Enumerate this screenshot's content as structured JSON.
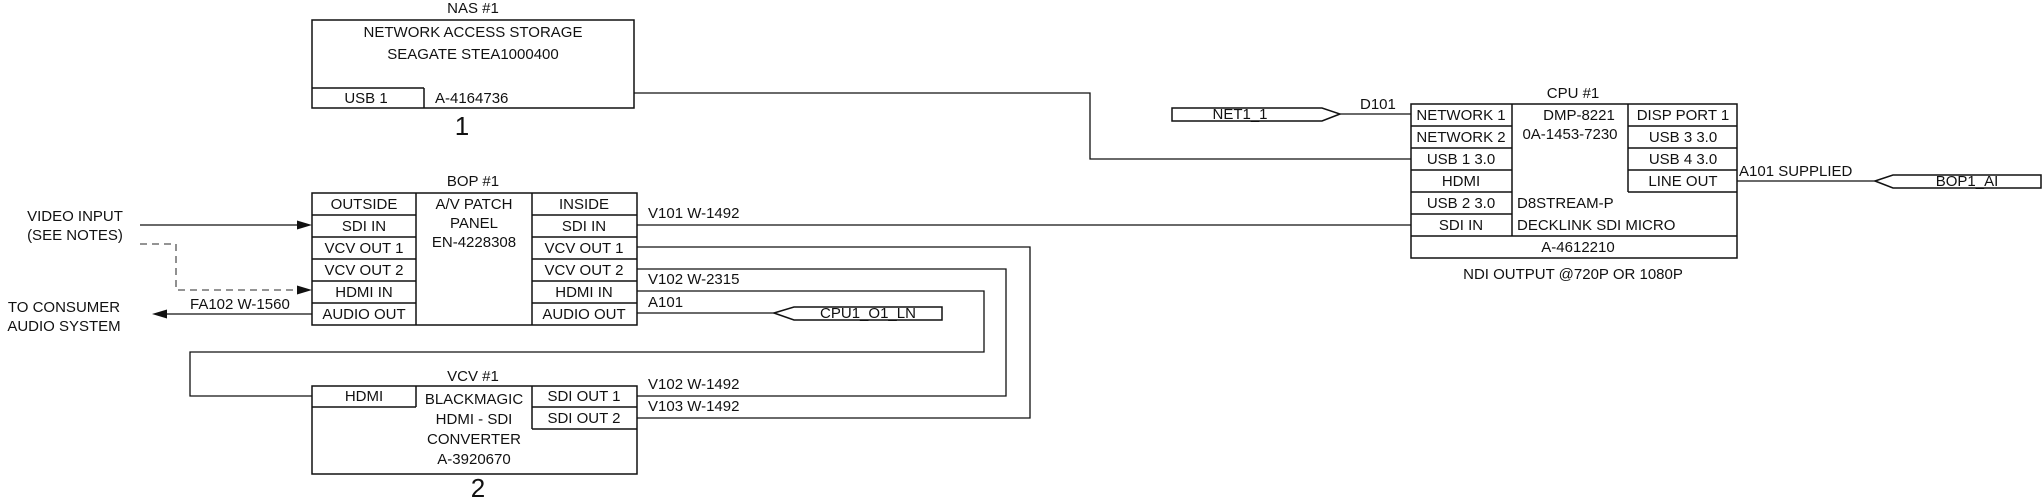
{
  "nas": {
    "title": "NAS #1",
    "line1": "NETWORK ACCESS STORAGE",
    "line2": "SEAGATE STEA1000400",
    "usb": "USB 1",
    "asset": "A-4164736",
    "number": "1"
  },
  "bop": {
    "title": "BOP #1",
    "outside": [
      "OUTSIDE",
      "SDI IN",
      "VCV OUT 1",
      "VCV OUT 2",
      "HDMI IN",
      "AUDIO OUT"
    ],
    "center": [
      "A/V PATCH",
      "PANEL",
      "EN-4228308"
    ],
    "inside": [
      "INSIDE",
      "SDI IN",
      "VCV OUT 1",
      "VCV OUT 2",
      "HDMI IN",
      "AUDIO OUT"
    ]
  },
  "vcv": {
    "title": "VCV #1",
    "hdmi": "HDMI",
    "center": [
      "BLACKMAGIC",
      "HDMI - SDI",
      "CONVERTER",
      "A-3920670"
    ],
    "sdi_out1": "SDI OUT 1",
    "sdi_out2": "SDI OUT 2",
    "number": "2"
  },
  "cpu": {
    "title": "CPU #1",
    "left": [
      "NETWORK 1",
      "NETWORK 2",
      "USB 1 3.0",
      "HDMI",
      "USB 2 3.0",
      "SDI IN"
    ],
    "model": "DMP-8221",
    "serial": "0A-1453-7230",
    "right": [
      "DISP PORT 1",
      "USB 3 3.0",
      "USB 4 3.0",
      "LINE OUT"
    ],
    "d8stream": "D8STREAM-P",
    "decklink": "DECKLINK SDI MICRO",
    "asset": "A-4612210",
    "footer": "NDI OUTPUT @720P OR 1080P"
  },
  "labels": {
    "video_input_1": "VIDEO INPUT",
    "video_input_2": "(SEE NOTES)",
    "consumer_1": "TO CONSUMER",
    "consumer_2": "AUDIO SYSTEM",
    "fa102": "FA102 W-1560",
    "v101": "V101 W-1492",
    "v102a": "V102 W-2315",
    "a101": "A101",
    "cpu1_o1_ln": "CPU1_O1_LN",
    "v102b": "V102 W-1492",
    "v103": "V103 W-1492",
    "net1_1": "NET1_1",
    "d101": "D101",
    "a101_supplied": "A101 SUPPLIED",
    "bop1_ai": "BOP1_AI"
  }
}
